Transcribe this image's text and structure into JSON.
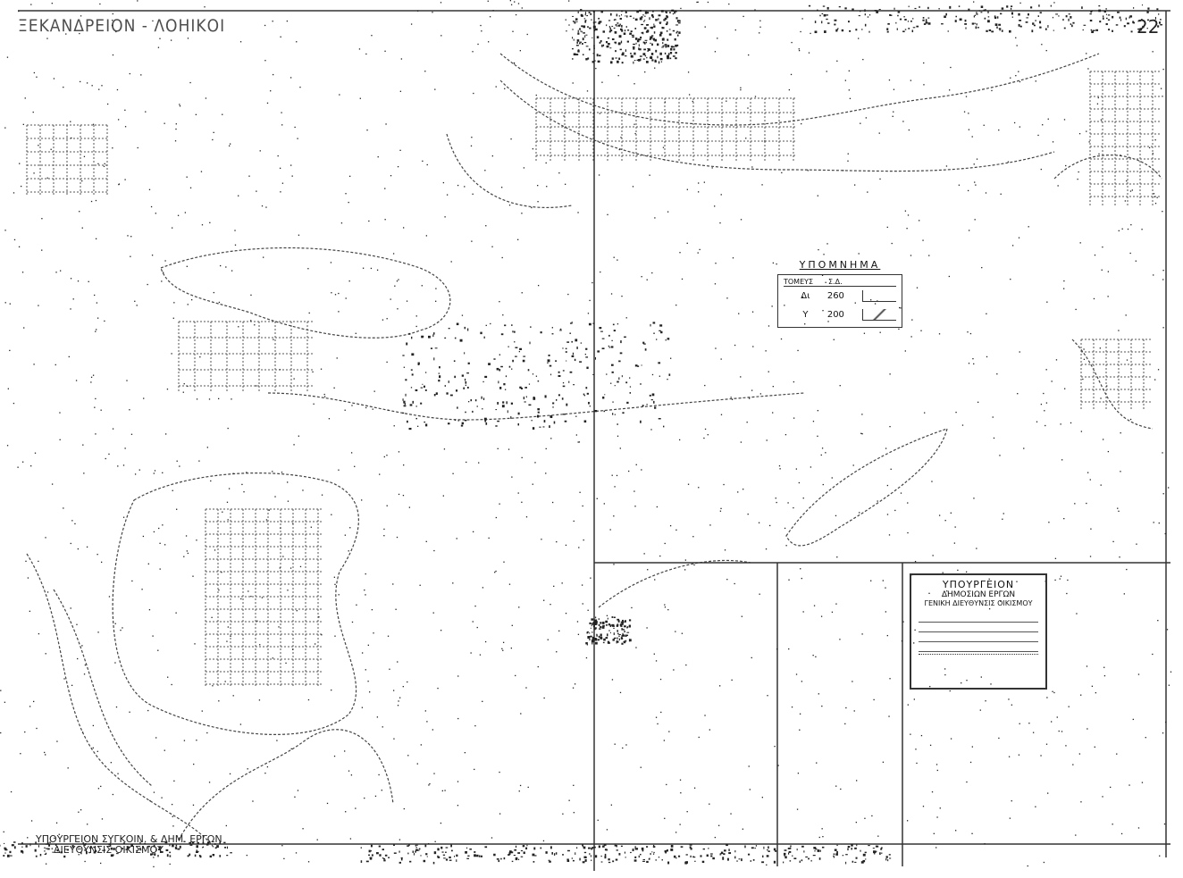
{
  "map": {
    "title": "ΞΕΚΑΝΔΡΕΙΟΝ - ΛΟΗΙΚΟΙ",
    "page_number": "22",
    "legend": {
      "title": "ΥΠΟΜΝΗΜΑ",
      "header": [
        "ΤΟΜΕΥΣ",
        "Σ.Δ."
      ],
      "rows": [
        {
          "sector": "Δι",
          "value": "260"
        },
        {
          "sector": "Υ",
          "value": "200"
        }
      ]
    },
    "stamp": {
      "line1": "ΥΠΟΥΡΓΕΙΟΝ",
      "line2": "ΔΗΜΟΣΙΩΝ ΕΡΓΩΝ",
      "line3": "ΓΕΝΙΚΗ ΔΙΕΥΘΥΝΣΙΣ ΟΙΚΙΣΜΟΥ"
    },
    "footer": {
      "line1": "ΥΠΟΥΡΓΕΙΟΝ ΣΥΓΚΟΙΝ. & ΔΗΜ. ΕΡΓΩΝ",
      "line2": "ΔΙΕΥΘΥΝΣΙΣ ΟΙΚΙΣΜΟΥ"
    },
    "ink_color": "#222222"
  }
}
